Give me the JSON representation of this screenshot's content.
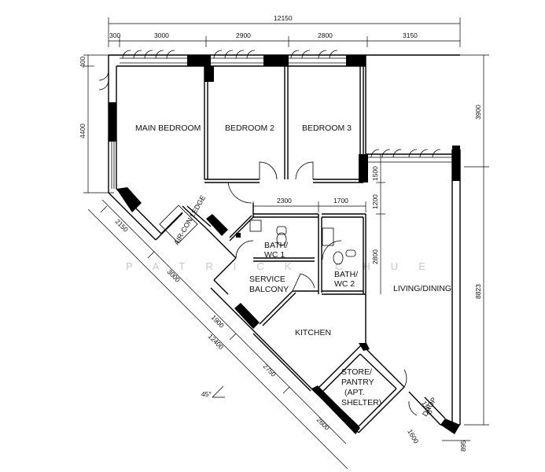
{
  "rooms": {
    "main_bedroom": "MAIN BEDROOM",
    "bedroom_2": "BEDROOM 2",
    "bedroom_3": "BEDROOM 3",
    "aircon_ledge": "AIR-CON LEDGE",
    "bath_wc_1_line1": "BATH/",
    "bath_wc_1_line2": "WC 1",
    "bath_wc_2_line1": "BATH/",
    "bath_wc_2_line2": "WC 2",
    "service_balcony_line1": "SERVICE",
    "service_balcony_line2": "BALCONY",
    "kitchen": "KITCHEN",
    "living_dining": "LIVING/DINING",
    "store_line1": "STORE/",
    "store_line2": "PANTRY",
    "store_line3": "(APT.",
    "store_line4": "SHELTER)",
    "ledge_small": "LEDGE",
    "drop_small": "DROP"
  },
  "dimensions": {
    "top_total": "12150",
    "top_300": "300",
    "top_3000": "3000",
    "top_2900": "2900",
    "top_2800": "2800",
    "top_3150": "3150",
    "left_400": "400",
    "left_4400": "4400",
    "right_3900": "3900",
    "right_8823": "8823",
    "right_895": "895",
    "mid_1500": "1500",
    "mid_1200": "1200",
    "mid_2300": "2300",
    "mid_1700": "1700",
    "mid_2800": "2800",
    "diag_2150": "2150",
    "diag_3000": "3000",
    "diag_1900": "1900",
    "diag_12400": "12400",
    "diag_2750": "2750",
    "diag_2600": "2600",
    "small_1600": "1600",
    "small_1100": "1100",
    "angle": "45°"
  },
  "watermark": "PATRICK CHUE"
}
